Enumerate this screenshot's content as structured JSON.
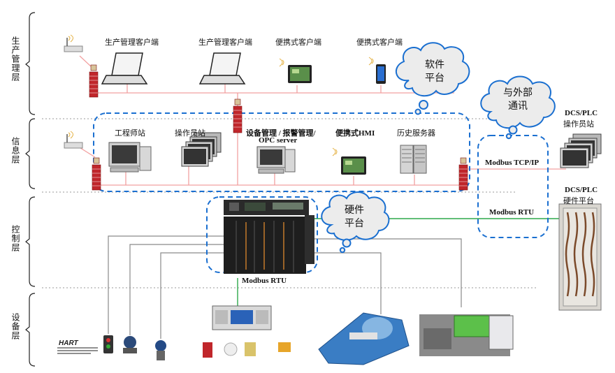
{
  "layers": [
    {
      "id": "production",
      "text": "生产管理层"
    },
    {
      "id": "information",
      "text": "信息层"
    },
    {
      "id": "control",
      "text": "控制层"
    },
    {
      "id": "device",
      "text": "设备层"
    }
  ],
  "clouds": {
    "software": {
      "line1": "软件",
      "line2": "平台"
    },
    "external": {
      "line1": "与外部",
      "line2": "通讯"
    },
    "hardware": {
      "line1": "硬件",
      "line2": "平台"
    }
  },
  "labels": {
    "prod_client_1": "生产管理客户端",
    "prod_client_2": "生产管理客户端",
    "portable_client_1": "便携式客户端",
    "portable_client_2": "便携式客户端",
    "engineer_station": "工程师站",
    "operator_station": "操作员站",
    "equip_mgmt_1": "设备管理 / 报警管理/",
    "equip_mgmt_2": "OPC server",
    "portable_hmi": "便携式HMI",
    "history_server": "历史服务器",
    "dcs_operator_1": "DCS/PLC",
    "dcs_operator_2": "操作员站",
    "dcs_hardware_1": "DCS/PLC",
    "dcs_hardware_2": "硬件平台",
    "modbus_tcp": "Modbus TCP/IP",
    "modbus_rtu_right": "Modbus RTU",
    "modbus_rtu_bottom": "Modbus RTU",
    "hart": "HART"
  },
  "colors": {
    "network_line": "#f2a0a0",
    "green_line": "#2da84a",
    "grey_line": "#8a8a8a",
    "dashed_box": "#1a6fd0",
    "firewall": "#c0262b",
    "cloud_fill": "#ececec",
    "cloud_stroke": "#1a6fd0"
  }
}
